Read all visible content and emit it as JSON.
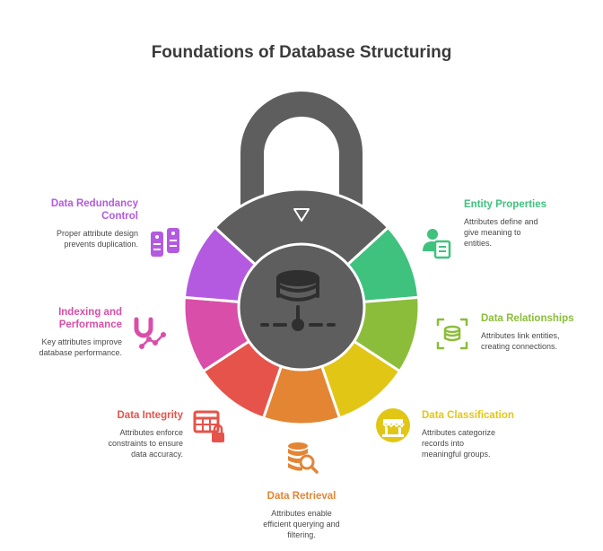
{
  "title": "Foundations of Database Structuring",
  "colors": {
    "shackle": "#5e5e5e",
    "body": "#5e5e5e",
    "hub": "#5e5e5e",
    "ring_border": "#ffffff"
  },
  "items": [
    {
      "key": "entity_properties",
      "title": "Entity Properties",
      "desc": [
        "Attributes define and",
        "give meaning to",
        "entities."
      ],
      "color": "#3ec27e",
      "icon": "person-document-icon"
    },
    {
      "key": "data_relationships",
      "title": "Data Relationships",
      "desc": [
        "Attributes link entities,",
        "creating connections."
      ],
      "color": "#8bbd3a",
      "icon": "database-arrows-icon"
    },
    {
      "key": "data_classification",
      "title": "Data Classification",
      "desc": [
        "Attributes categorize",
        "records into",
        "meaningful groups."
      ],
      "color": "#e2c616",
      "icon": "store-icon"
    },
    {
      "key": "data_retrieval",
      "title": "Data Retrieval",
      "desc": [
        "Attributes enable",
        "efficient querying and",
        "filtering."
      ],
      "color": "#e48534",
      "icon": "database-search-icon"
    },
    {
      "key": "data_integrity",
      "title": "Data Integrity",
      "desc": [
        "Attributes enforce",
        "constraints to ensure",
        "data accuracy."
      ],
      "color": "#e6534a",
      "icon": "table-lock-icon"
    },
    {
      "key": "indexing_performance",
      "title": "Indexing and\nPerformance",
      "desc": [
        "Key attributes improve",
        "database performance."
      ],
      "color": "#d94ea8",
      "icon": "magnet-chart-icon"
    },
    {
      "key": "data_redundancy",
      "title": "Data Redundancy\nControl",
      "desc": [
        "Proper attribute design",
        "prevents duplication."
      ],
      "color": "#b45ae0",
      "icon": "duplicate-servers-icon"
    }
  ]
}
